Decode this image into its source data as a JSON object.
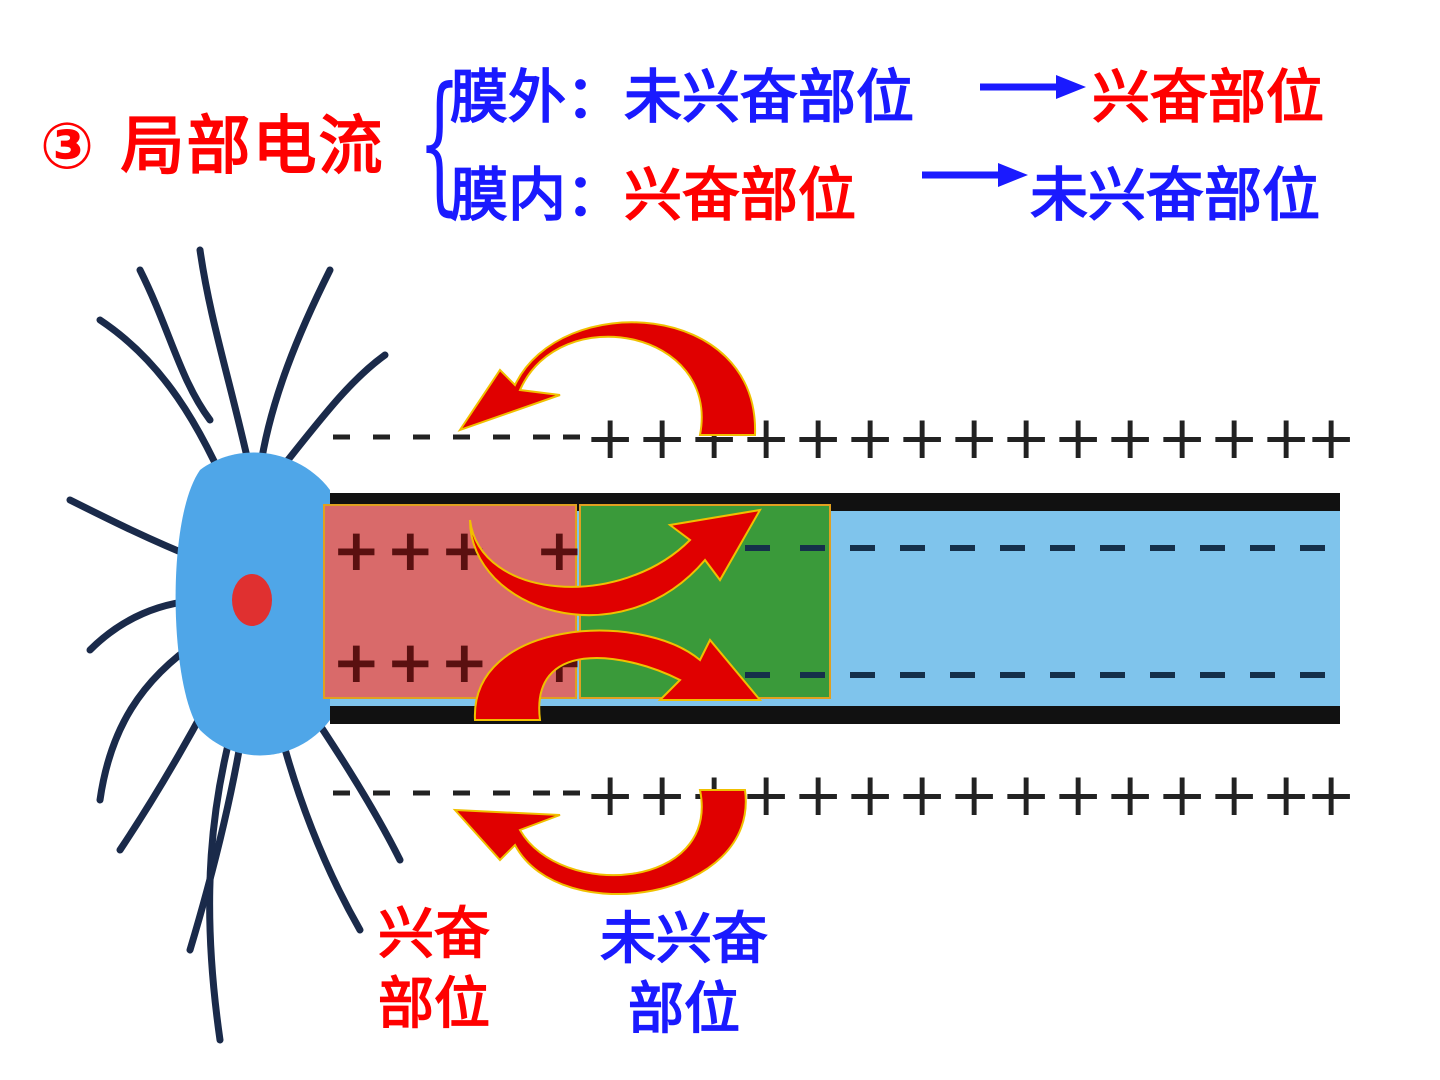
{
  "title": "③ 局部电流",
  "outside": {
    "prefix": "膜外：",
    "from": "未兴奋部位",
    "to": "兴奋部位"
  },
  "inside": {
    "prefix": "膜内：",
    "from": "兴奋部位",
    "to": "未兴奋部位"
  },
  "labels": {
    "excited_line1": "兴奋",
    "excited_line2": "部位",
    "unexcited_line1": "未兴奋",
    "unexcited_line2": "部位"
  },
  "colors": {
    "blue_text": "#1a1aff",
    "red_text": "#ff0000",
    "excited_region": "#d96a6a",
    "unexcited_region": "#3a9a3a",
    "axon": "#7fc4ec",
    "arrow": "#e00000"
  },
  "signs": {
    "minus": "–",
    "plus": "+"
  }
}
